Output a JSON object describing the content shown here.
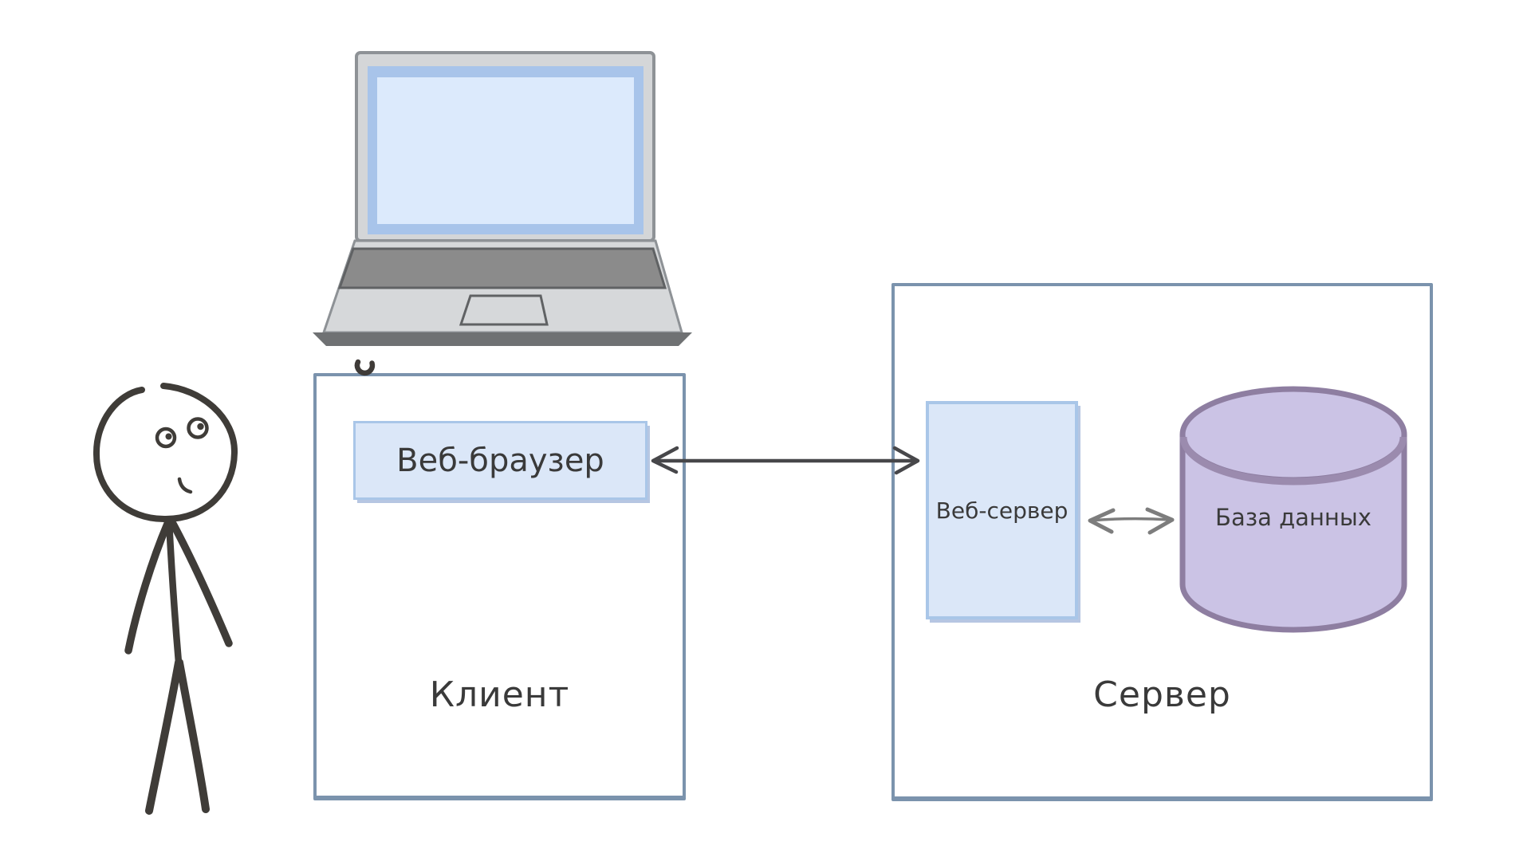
{
  "diagram": {
    "client": {
      "title": "Клиент",
      "browser": "Веб-браузер"
    },
    "server": {
      "title": "Сервер",
      "webserver": "Веб-сервер",
      "database": "База данных"
    },
    "icons": {
      "person": "stick-figure-icon",
      "laptop": "laptop-icon",
      "database": "database-cylinder-icon",
      "client_server_link": "double-arrow-icon",
      "webserver_db_link": "double-arrow-icon",
      "doodle": "curl-mark-icon"
    },
    "colors": {
      "container_border": "#7b93ad",
      "node_fill": "#dbe7f8",
      "node_border": "#a9c6e8",
      "node_shadow": "#b6c6e2",
      "database_fill": "#cbc3e5",
      "database_border": "#8e7ea1",
      "sketch_stroke": "#3f3c38",
      "arrow_dark": "#47474a",
      "arrow_gray": "#7d7d7d",
      "laptop_screen": "#dceafc",
      "laptop_bezel": "#a8c4ea",
      "laptop_body": "#d4d6d8",
      "keyboard": "#8b8b8b",
      "text": "#3a3a3a"
    }
  }
}
